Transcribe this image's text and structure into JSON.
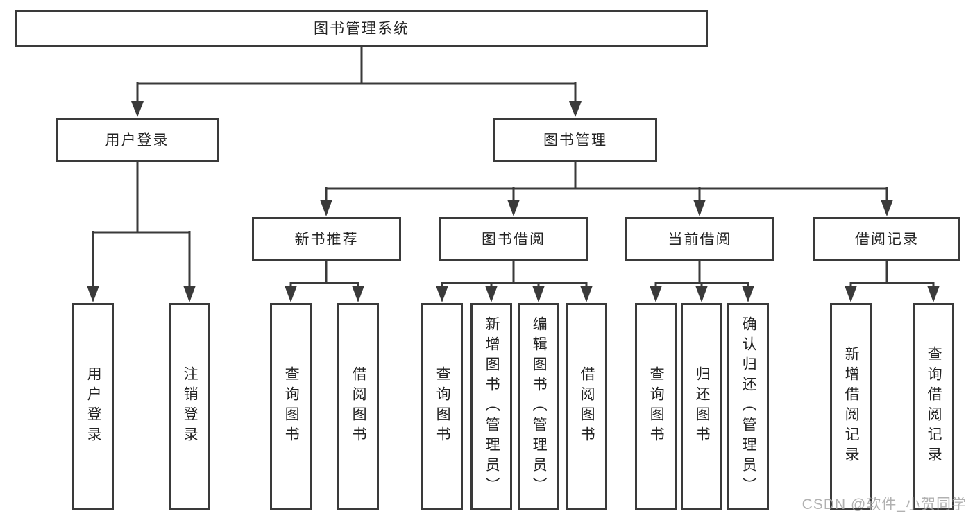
{
  "diagram": {
    "title": "图书管理系统",
    "nodes": {
      "root": {
        "label": "图书管理系统"
      },
      "userLogin": {
        "label": "用户登录"
      },
      "bookManagement": {
        "label": "图书管理"
      },
      "newBookRecommend": {
        "label": "新书推荐"
      },
      "bookBorrow": {
        "label": "图书借阅"
      },
      "currentBorrow": {
        "label": "当前借阅"
      },
      "borrowRecord": {
        "label": "借阅记录"
      },
      "login": {
        "label": "用户登录"
      },
      "logout": {
        "label": "注销登录"
      },
      "recQueryBook": {
        "label": "查询图书"
      },
      "recBorrowBook": {
        "label": "借阅图书"
      },
      "bbQueryBook": {
        "label": "查询图书"
      },
      "bbAddBook": {
        "label": "新增图书（管理员）"
      },
      "bbEditBook": {
        "label": "编辑图书（管理员）"
      },
      "bbBorrowBook": {
        "label": "借阅图书"
      },
      "cbQueryBook": {
        "label": "查询图书"
      },
      "cbReturnBook": {
        "label": "归还图书"
      },
      "cbConfirmReturn": {
        "label": "确认归还（管理员）"
      },
      "brAddRecord": {
        "label": "新增借阅记录"
      },
      "brQueryRecord": {
        "label": "查询借阅记录"
      }
    },
    "structure": [
      {
        "parent": "root",
        "children": [
          "userLogin",
          "bookManagement"
        ]
      },
      {
        "parent": "userLogin",
        "children": [
          "login",
          "logout"
        ]
      },
      {
        "parent": "bookManagement",
        "children": [
          "newBookRecommend",
          "bookBorrow",
          "currentBorrow",
          "borrowRecord"
        ]
      },
      {
        "parent": "newBookRecommend",
        "children": [
          "recQueryBook",
          "recBorrowBook"
        ]
      },
      {
        "parent": "bookBorrow",
        "children": [
          "bbQueryBook",
          "bbAddBook",
          "bbEditBook",
          "bbBorrowBook"
        ]
      },
      {
        "parent": "currentBorrow",
        "children": [
          "cbQueryBook",
          "cbReturnBook",
          "cbConfirmReturn"
        ]
      },
      {
        "parent": "borrowRecord",
        "children": [
          "brAddRecord",
          "brQueryRecord"
        ]
      }
    ]
  },
  "colors": {
    "line": "#3a3a3a",
    "box_border": "#3a3a3a",
    "text": "#232323",
    "watermark": "#a8a8a8",
    "background": "#ffffff"
  },
  "watermark": {
    "text": "CSDN @软件_小贺同学"
  }
}
